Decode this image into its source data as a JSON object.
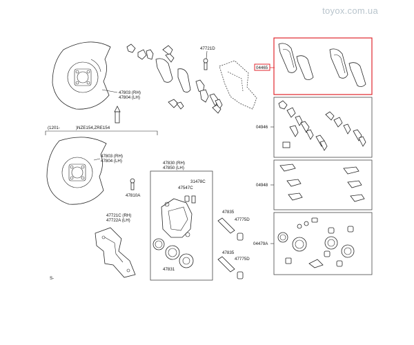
{
  "watermark": "toyox.com.ua",
  "labels": {
    "p47721D": "47721D",
    "p04465": "04465",
    "p47803_rh_top": "47803 (RH)",
    "p47804_lh_top": "47804 (LH)",
    "p47803_rh_bot": "47803 (RH)",
    "p47804_lh_bot": "47804 (LH)",
    "p47810A": "47810A",
    "p47830_rh": "47830 (RH)",
    "p47850_lh": "47850 (LH)",
    "p31478C": "31478C",
    "p47547C": "47547C",
    "p47835_a": "47835",
    "p47775D_a": "47775D",
    "p47835_b": "47835",
    "p47775D_b": "47775D",
    "p47831": "47831",
    "p47721C_rh": "47721C (RH)",
    "p47722A_lh": "47722A (LH)",
    "p04946": "04946",
    "p04948": "04948",
    "p04479A": "04479A"
  },
  "bracket": {
    "left_code": "(1201-",
    "right_code": ")NZE154,ZRE154"
  },
  "footer": "S-",
  "colors": {
    "highlight": "#e0262c",
    "line": "#222222",
    "watermark": "#b8c4cc"
  }
}
